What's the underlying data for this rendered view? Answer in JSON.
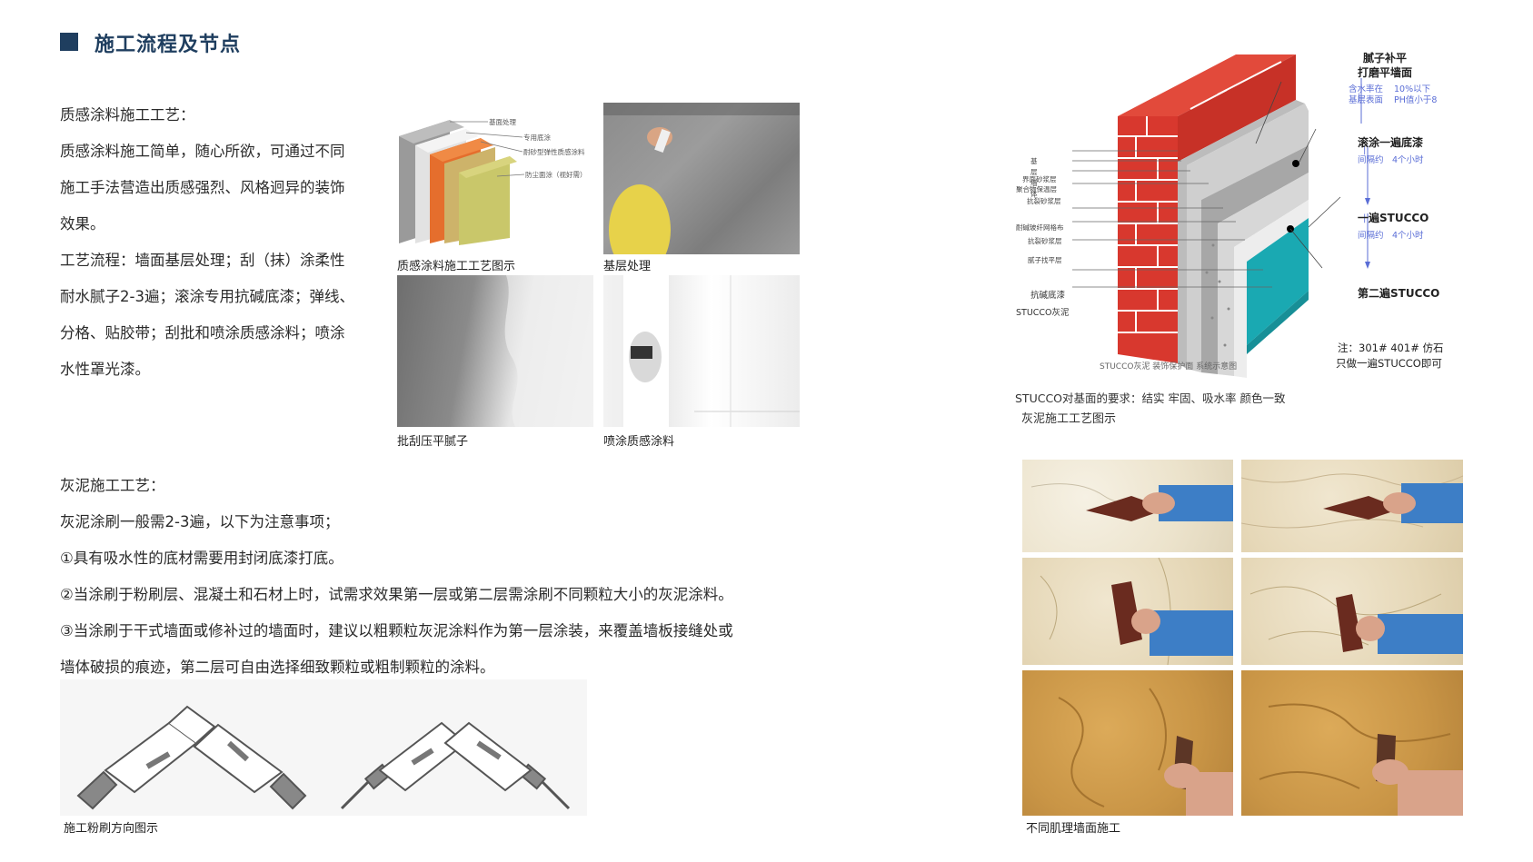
{
  "header": {
    "title": "施工流程及节点"
  },
  "texture_section": {
    "lines": [
      "质感涂料施工工艺：",
      "质感涂料施工简单，随心所欲，可通过不同",
      "施工手法营造出质感强烈、风格迥异的装饰",
      "效果。",
      "工艺流程：墙面基层处理；刮（抹）涂柔性",
      "耐水腻子2-3遍；滚涂专用抗碱底漆；弹线、",
      "分格、贴胶带；刮批和喷涂质感涂料；喷涂",
      "水性罩光漆。"
    ]
  },
  "texture_figures": {
    "diagram_caption": "质感涂料施工工艺图示",
    "diagram_labels": [
      "基面处理",
      "专用底涂",
      "耐砂型弹性质感涂料",
      "防尘面涂（视好需）"
    ],
    "photo1_caption": "基层处理",
    "photo2_caption": "批刮压平腻子",
    "photo3_caption": "喷涂质感涂料"
  },
  "stucco_section": {
    "lines": [
      "灰泥施工工艺：",
      "灰泥涂刷一般需2-3遍，以下为注意事项；",
      "①具有吸水性的底材需要用封闭底漆打底。",
      "②当涂刷于粉刷层、混凝土和石材上时，试需求效果第一层或第二层需涂刷不同颗粒大小的灰泥涂料。",
      "③当涂刷于干式墙面或修补过的墙面时，建议以粗颗粒灰泥涂料作为第一层涂装，来覆盖墙板接缝处或",
      "墙体破损的痕迹，第二层可自由选择细致颗粒或粗制颗粒的涂料。"
    ]
  },
  "brush_figure": {
    "caption": "施工粉刷方向图示"
  },
  "wall_diagram": {
    "layer_labels": [
      "基层墙体",
      "界面砂浆层",
      "聚合物保温层",
      "抗裂砂浆层",
      "耐碱玻纤网格布",
      "抗裂砂浆层",
      "腻子找平层",
      "抗碱底漆",
      "STUCCO灰泥"
    ],
    "step1": "腻子补平",
    "step1b": "打磨平墙面",
    "note_a1": "含水率在",
    "note_a2": "10%以下",
    "note_b1": "基层表面",
    "note_b2": "PH值小于8",
    "step2": "滚涂一遍底漆",
    "interval_a": "间隔约",
    "interval_b": "4个小时",
    "step3": "一遍STUCCO",
    "step4": "第二遍STUCCO",
    "note_c1": "注：301# 401# 仿石",
    "note_c2": "只做一遍STUCCO即可",
    "bottom_label": "STUCCO灰泥 装饰保护面 系统示意图",
    "requirement": "STUCCO对基面的要求：结实 牢固、吸水率 颜色一致",
    "caption": "灰泥施工工艺图示"
  },
  "trowel_grid": {
    "caption": "不同肌理墙面施工"
  },
  "colors": {
    "accent": "#1f3e5f",
    "brick": "#d8382e",
    "teal": "#1aa9b2",
    "flow_blue": "#5a6dd6"
  }
}
